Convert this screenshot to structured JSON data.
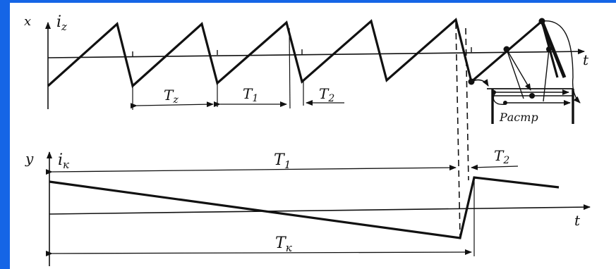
{
  "colors": {
    "background": "#1565e6",
    "paper": "#ffffff",
    "ink": "#111111"
  },
  "top_graph": {
    "y_axis_label": "x",
    "current_label": "i",
    "current_sub": "z",
    "t_axis_label": "t",
    "interval_labels": [
      {
        "main": "T",
        "sub": "z"
      },
      {
        "main": "T",
        "sub": "1"
      },
      {
        "main": "T",
        "sub": "2"
      }
    ]
  },
  "raster_box": {
    "label": "Растр"
  },
  "bottom_graph": {
    "y_axis_label": "y",
    "current_label": "i",
    "current_sub": "к",
    "t_axis_label": "t",
    "interval_labels": [
      {
        "main": "T",
        "sub": "1"
      },
      {
        "main": "T",
        "sub": "2"
      },
      {
        "main": "T",
        "sub": "к"
      }
    ]
  }
}
